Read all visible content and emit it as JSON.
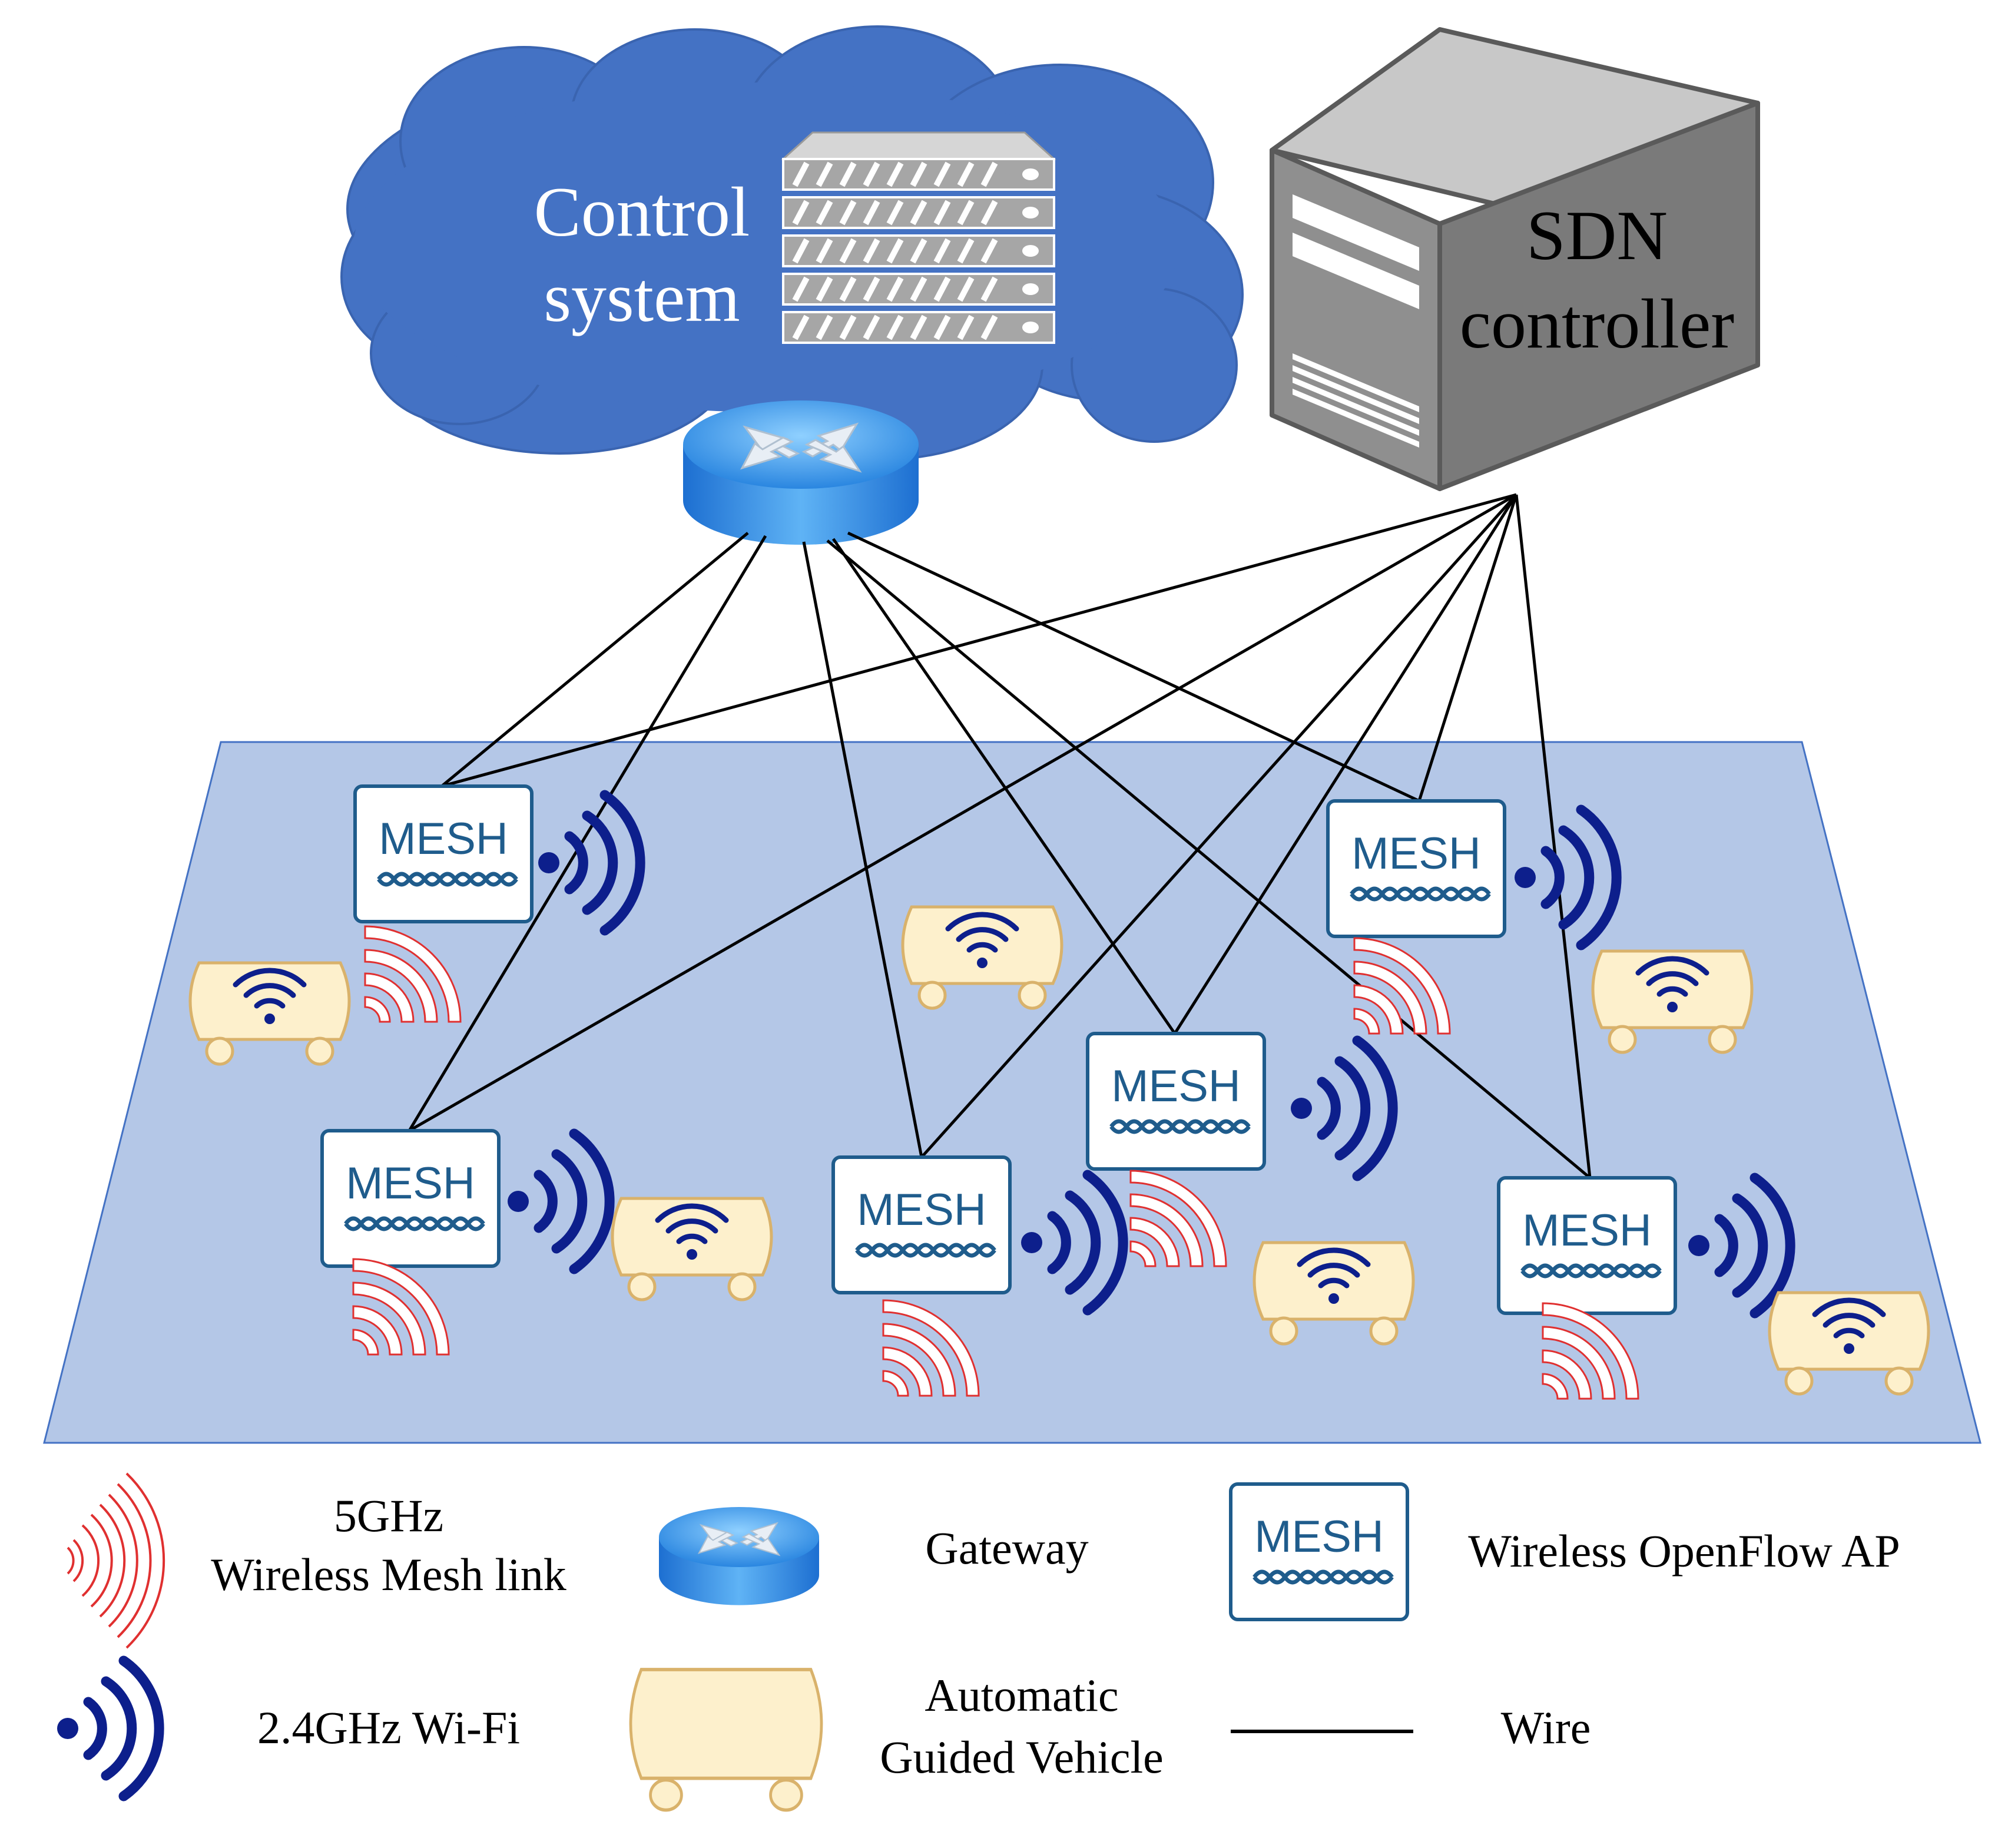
{
  "cloud": {
    "title_line1": "Control",
    "title_line2": "system"
  },
  "sdn_controller": {
    "label_line1": "SDN",
    "label_line2": "controller"
  },
  "mesh_ap_label": "MESH",
  "legend": {
    "mesh_link_line1": "5GHz",
    "mesh_link_line2": "Wireless Mesh link",
    "gateway": "Gateway",
    "openflow_ap": "Wireless OpenFlow AP",
    "wifi": "2.4GHz Wi-Fi",
    "agv_line1": "Automatic",
    "agv_line2": "Guided Vehicle",
    "wire": "Wire"
  },
  "colors": {
    "cloud": "#4472c4",
    "floor": "#b4c7e7",
    "wifi_signal": "#0d1f8c",
    "mesh_signal": "#e03030",
    "mesh_text": "#1f5c8c",
    "agv_fill": "#fdf0cc",
    "agv_stroke": "#d9b26b",
    "wire": "#000000",
    "server_front": "#8f8f8f",
    "server_side": "#6f6f6f"
  }
}
